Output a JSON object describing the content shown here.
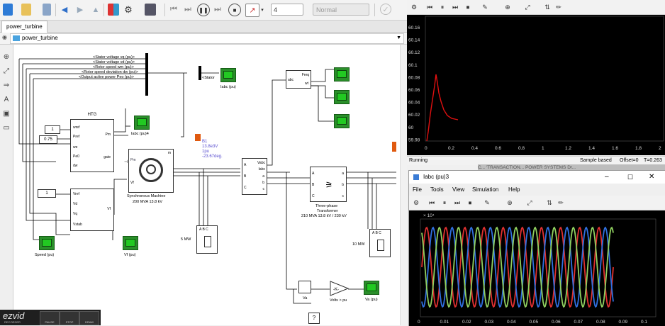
{
  "toolbar": {
    "sim_time": "4",
    "mode": "Normal"
  },
  "tabs": [
    "power_turbine"
  ],
  "address": {
    "path": "power_turbine"
  },
  "model": {
    "bus_signals": [
      "<Stator voltage  vq (pu)>",
      "<Stator voltage  vd (pu)>",
      "<Rotor speed  wm (pu)>",
      "<Rotor speed deviation  dw (pu)>",
      "<Output active power  Peo (pu)>"
    ],
    "stator_label": "<Stator",
    "iabc_label": "Iabc (pu)",
    "iabc4_label": "Iabc (pu)4",
    "htg": {
      "title": "HTG",
      "ports_in": [
        "wref",
        "Pref",
        "we",
        "Pe0",
        "dw"
      ],
      "ports_out": [
        "Pm",
        "gate"
      ]
    },
    "const_1": "1",
    "const_075": "0.75",
    "const_1b": "1",
    "exc": {
      "ports_in": [
        "Vref",
        "Vd",
        "Vq",
        "Vstab"
      ],
      "port_out": "Vf"
    },
    "machine": {
      "ports": [
        "Pm",
        "Vf",
        "m"
      ],
      "caption_line1": "Synchronous Machine",
      "caption_line2": "200 MVA 13.8 kV"
    },
    "source_info": [
      "B1",
      "13.8e3V",
      "1pu",
      "-23.67deg."
    ],
    "vi_meas": {
      "ports_left": [
        "A",
        "B",
        "C"
      ],
      "ports_right": [
        "Vabc",
        "Iabc",
        "a",
        "b",
        "c"
      ]
    },
    "freq_block": {
      "ports": [
        "abc",
        "Freq",
        "wt"
      ]
    },
    "transformer": {
      "ports_left": [
        "A",
        "B",
        "C"
      ],
      "ports_right": [
        "a",
        "b",
        "c"
      ],
      "caption": [
        "Three-phase",
        "Transformer",
        "210 MVA 13.8 kV / 230 kV"
      ]
    },
    "load_5mw": "5 MW",
    "load_10mw": "10 MW",
    "speed_label": "Speed (pu)",
    "vf_label": "Vf (pu)",
    "va_label": "Va",
    "volts_pu": "Volts > pu",
    "va_pu": "Va (pu)",
    "help_q": "?"
  },
  "scope1": {
    "yticks": [
      "60.16",
      "60.14",
      "60.12",
      "60.1",
      "60.08",
      "60.06",
      "60.04",
      "60.02",
      "60",
      "59.98"
    ],
    "xticks": [
      "0",
      "0.2",
      "0.4",
      "0.6",
      "0.8",
      "1",
      "1.2",
      "1.4",
      "1.6",
      "1.8",
      "2"
    ],
    "status_left": "Running",
    "status_mid": "Sample based",
    "status_offset": "Offset=0",
    "status_time": "T=0.263",
    "trace_color": "#e01010"
  },
  "overlay_text": "C...  'TRANSACTION... POWER SYSTEMS Dr...",
  "scope2": {
    "title": "Iabc (pu)3",
    "menu": [
      "File",
      "Tools",
      "View",
      "Simulation",
      "Help"
    ],
    "exponent": "× 10⁴",
    "xticks": [
      "0",
      "0.01",
      "0.02",
      "0.03",
      "0.04",
      "0.05",
      "0.06",
      "0.07",
      "0.08",
      "0.09",
      "0.1"
    ],
    "colors": [
      "#e03030",
      "#3070e0",
      "#90d060"
    ]
  },
  "ezvid": {
    "logo": "ezvid",
    "sub": "RECORDER",
    "buttons": [
      "PAUSE",
      "STOP",
      "DRAW"
    ]
  }
}
